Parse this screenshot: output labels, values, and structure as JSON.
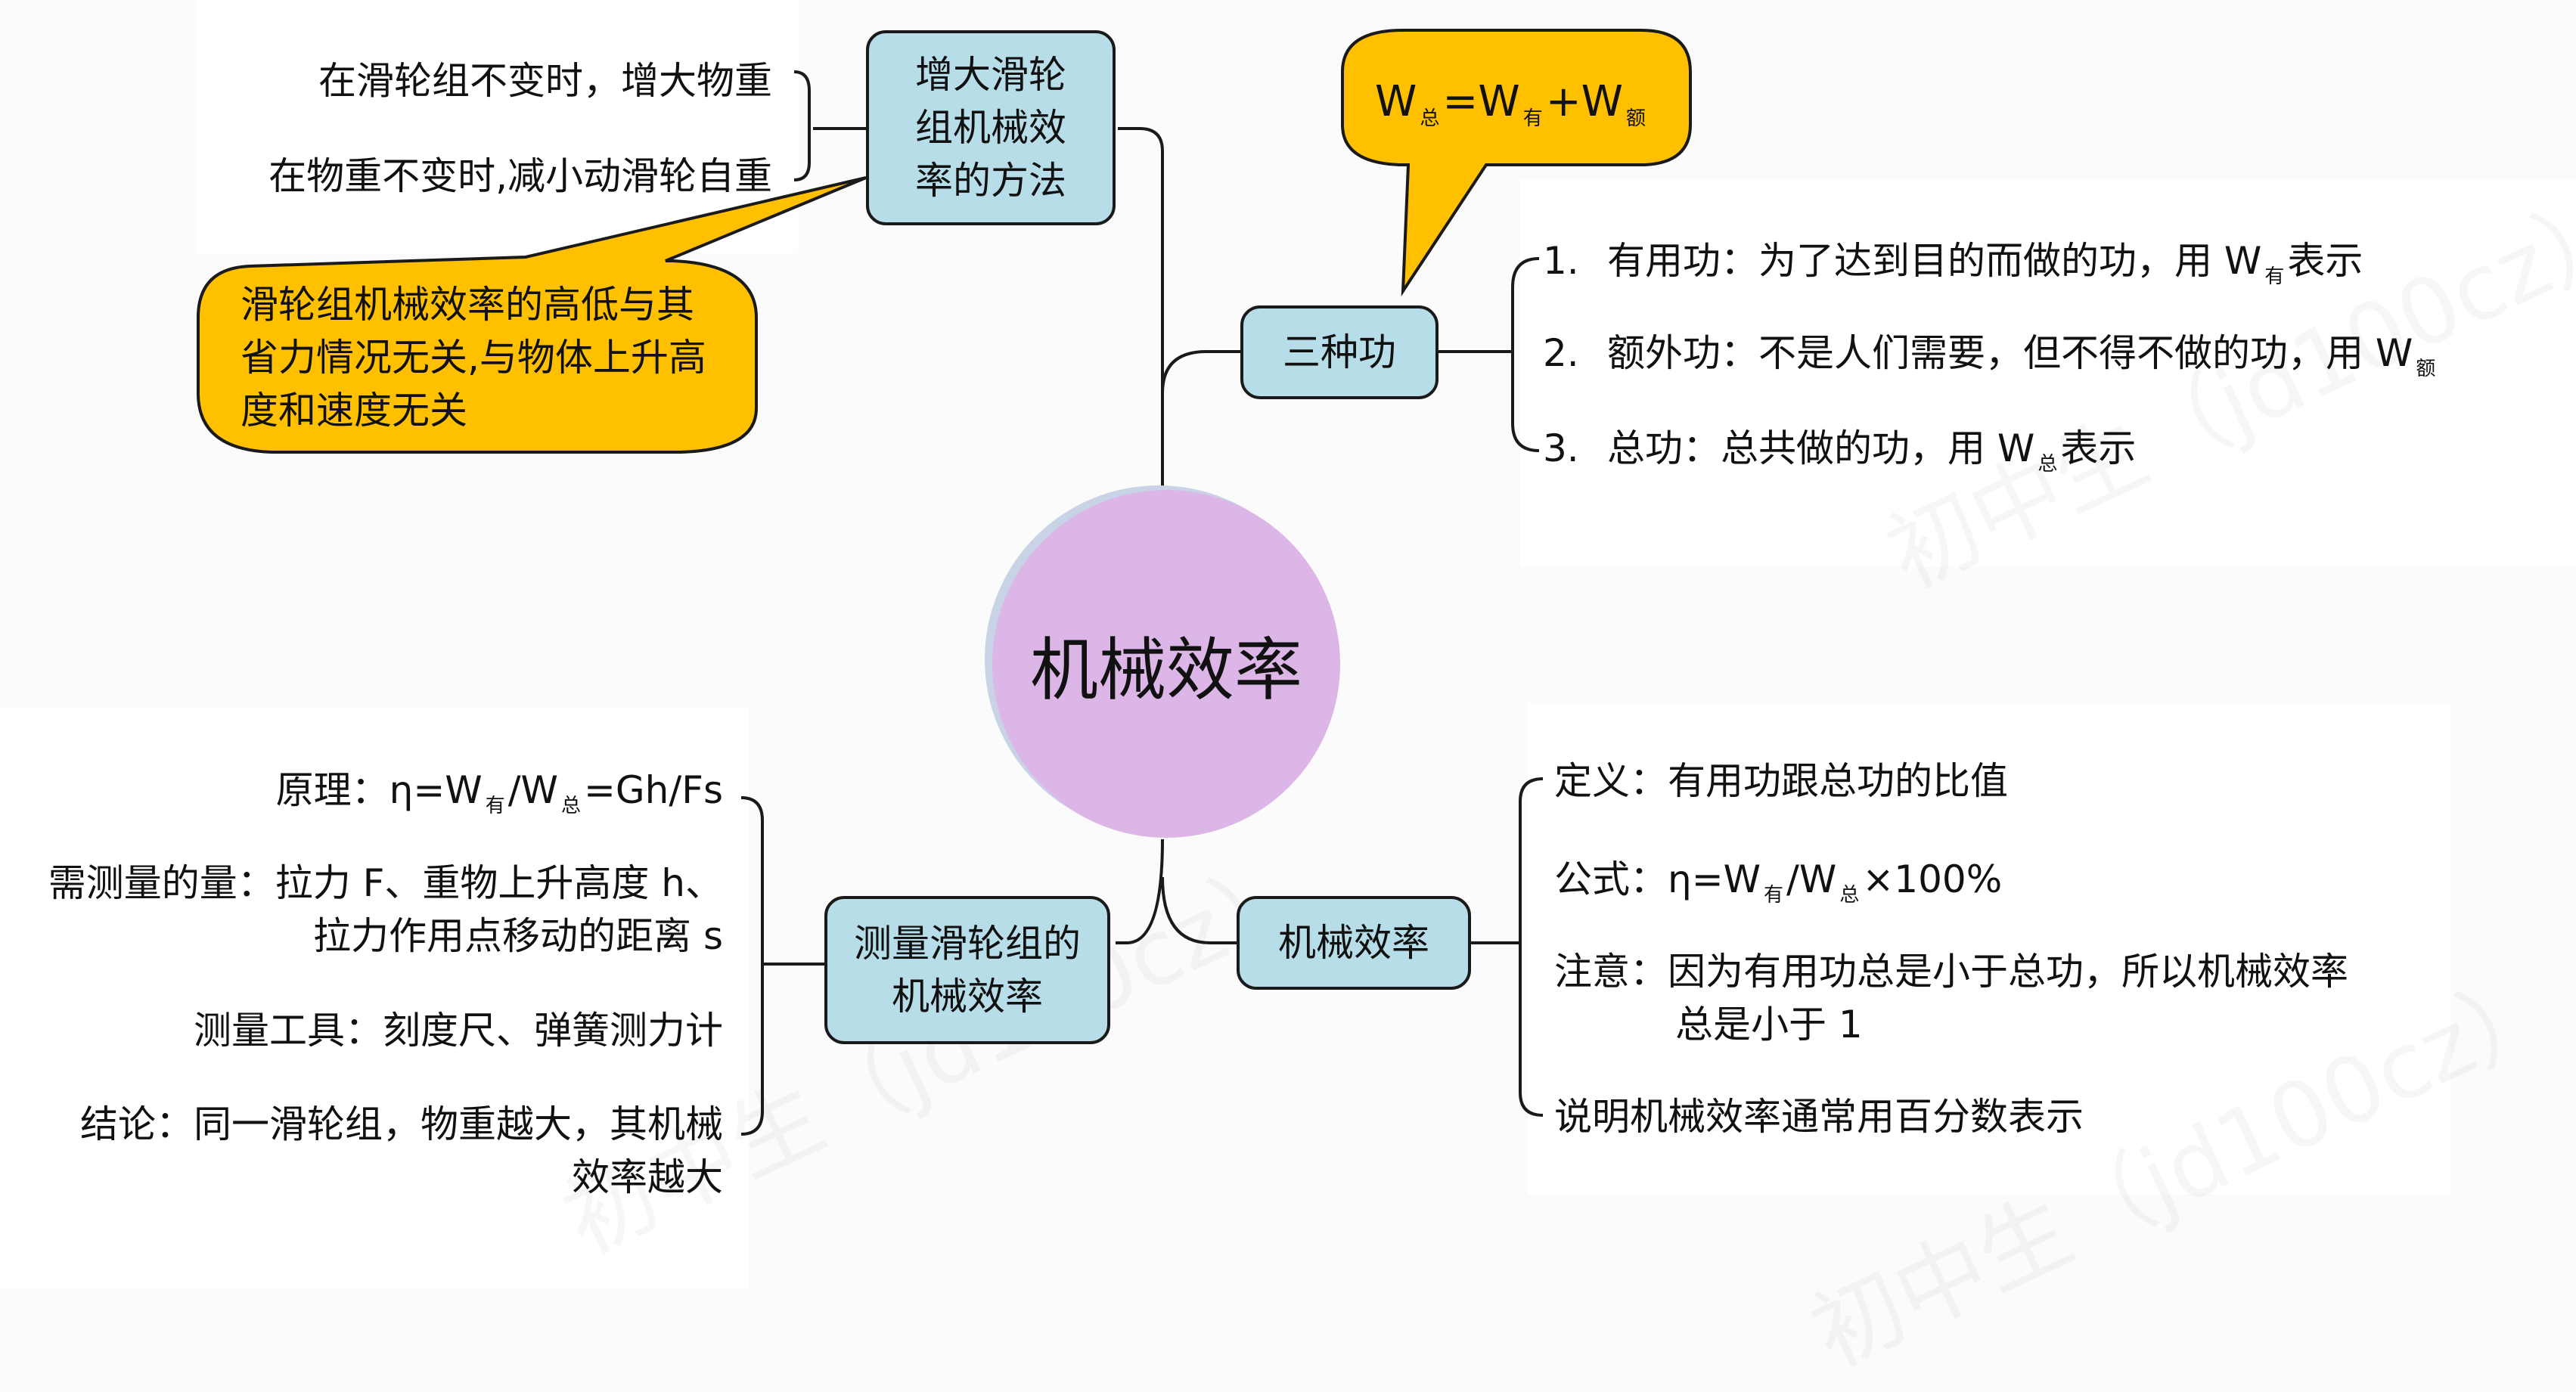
{
  "center": {
    "label": "机械效率"
  },
  "top_left": {
    "box": "增大滑轮组机械效率的方法",
    "items": [
      "在滑轮组不变时，增大物重",
      "在物重不变时,减小动滑轮自重"
    ],
    "callout": "滑轮组机械效率的高低与其省力情况无关,与物体上升高度和速度无关"
  },
  "top_right": {
    "box": "三种功",
    "callout": {
      "w": "W",
      "total_sub": "总",
      "eq": "=W",
      "useful_sub": "有",
      "plus": "+W",
      "extra_sub": "额"
    },
    "items": [
      {
        "num": "1.",
        "text": "有用功：为了达到目的而做的功，用 W",
        "sub": "有",
        "tail": "表示"
      },
      {
        "num": "2.",
        "text": "额外功：不是人们需要，但不得不做的功，用 W",
        "sub": "额",
        "tail": ""
      },
      {
        "num": "3.",
        "text": "总功：总共做的功，用 W",
        "sub": "总",
        "tail": "表示"
      }
    ]
  },
  "bottom_left": {
    "box": "测量滑轮组的机械效率",
    "principle": {
      "a": "原理：η=W",
      "s1": "有",
      "b": "/W",
      "s2": "总",
      "c": "=Gh/Fs"
    },
    "measure_1": "需测量的量：拉力 F、重物上升高度 h、",
    "measure_2": "拉力作用点移动的距离 s",
    "tools": "测量工具：刻度尺、弹簧测力计",
    "conclusion_1": "结论：同一滑轮组，物重越大，其机械",
    "conclusion_2": "效率越大"
  },
  "bottom_right": {
    "box": "机械效率",
    "definition": "定义：有用功跟总功的比值",
    "formula": {
      "a": "公式：η=W",
      "s1": "有",
      "b": "/W",
      "s2": "总",
      "c": "×100%"
    },
    "note_1": "注意：因为有用功总是小于总功，所以机械效率",
    "note_2": "总是小于 1",
    "explain": "说明机械效率通常用百分数表示"
  },
  "colors": {
    "box": "#b7dde8",
    "center": "#dcb6e7",
    "callout": "#ffc000"
  }
}
